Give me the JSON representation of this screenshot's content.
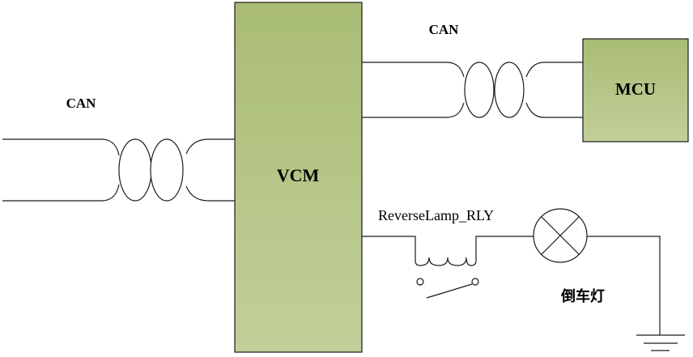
{
  "blocks": {
    "vcm": {
      "label": "VCM"
    },
    "mcu": {
      "label": "MCU"
    }
  },
  "labels": {
    "can_left": "CAN",
    "can_right": "CAN",
    "relay": "ReverseLamp_RLY",
    "lamp": "倒车灯"
  },
  "colors": {
    "block_fill_top": "#a9bc74",
    "block_fill_bottom": "#c2cf9a",
    "line": "#1a1a1a"
  }
}
